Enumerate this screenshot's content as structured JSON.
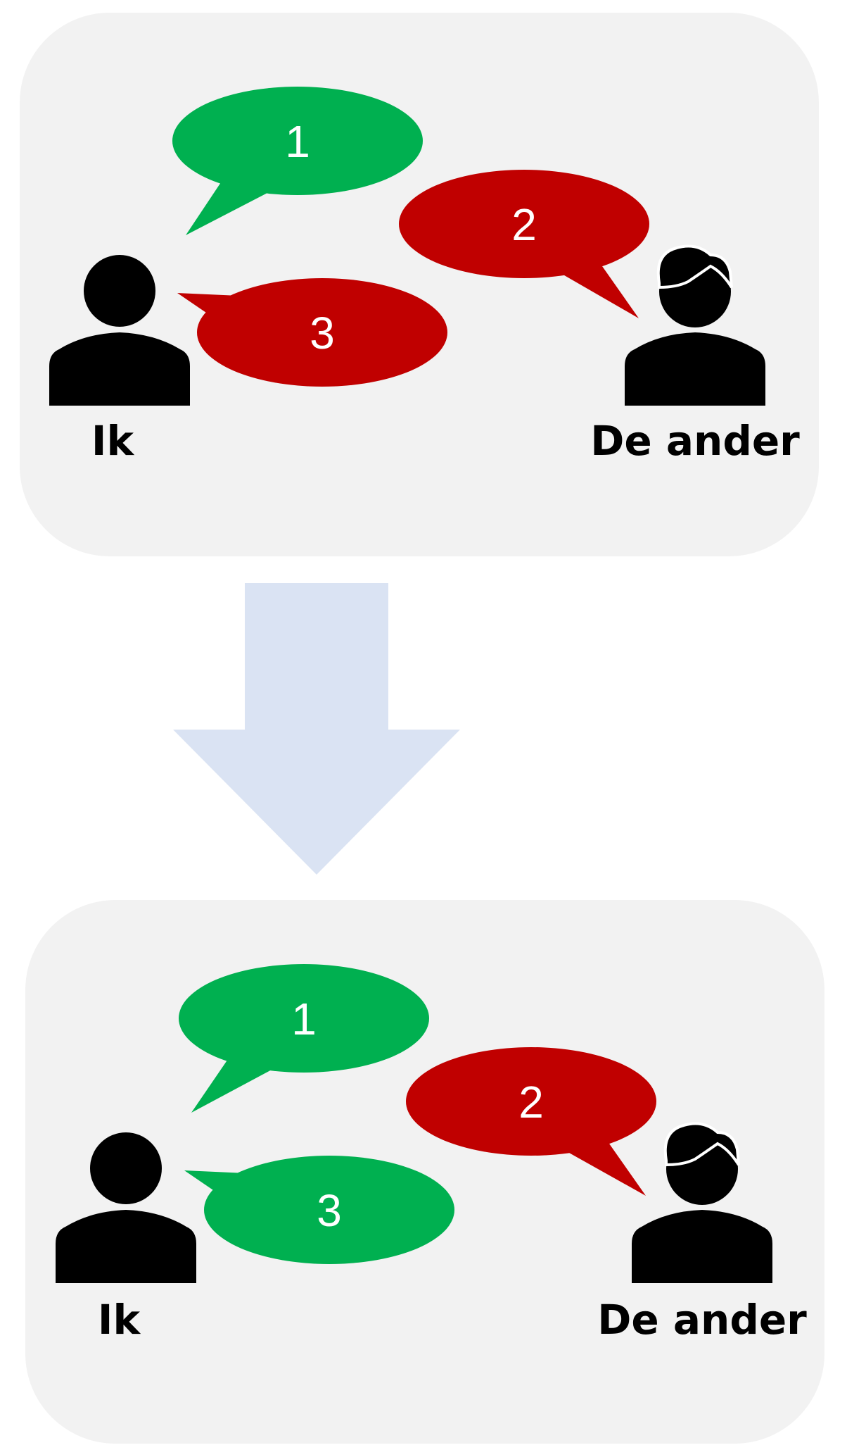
{
  "colors": {
    "panel": "#f2f2f2",
    "green": "#00b050",
    "red": "#c00000",
    "arrow": "#dae3f3",
    "person": "#000000",
    "text_on_bubble": "#ffffff"
  },
  "panels": [
    {
      "name": "before",
      "left_person": {
        "label": "Ik",
        "icon": "person-icon"
      },
      "right_person": {
        "label": "De ander",
        "icon": "person-with-hair-icon"
      },
      "bubbles": [
        {
          "number": "1",
          "color": "green",
          "speaker": "Ik"
        },
        {
          "number": "2",
          "color": "red",
          "speaker": "De ander"
        },
        {
          "number": "3",
          "color": "red",
          "speaker": "Ik"
        }
      ]
    },
    {
      "name": "after",
      "left_person": {
        "label": "Ik",
        "icon": "person-icon"
      },
      "right_person": {
        "label": "De ander",
        "icon": "person-with-hair-icon"
      },
      "bubbles": [
        {
          "number": "1",
          "color": "green",
          "speaker": "Ik"
        },
        {
          "number": "2",
          "color": "red",
          "speaker": "De ander"
        },
        {
          "number": "3",
          "color": "green",
          "speaker": "Ik"
        }
      ]
    }
  ],
  "transition_arrow": {
    "icon": "down-arrow-icon"
  }
}
